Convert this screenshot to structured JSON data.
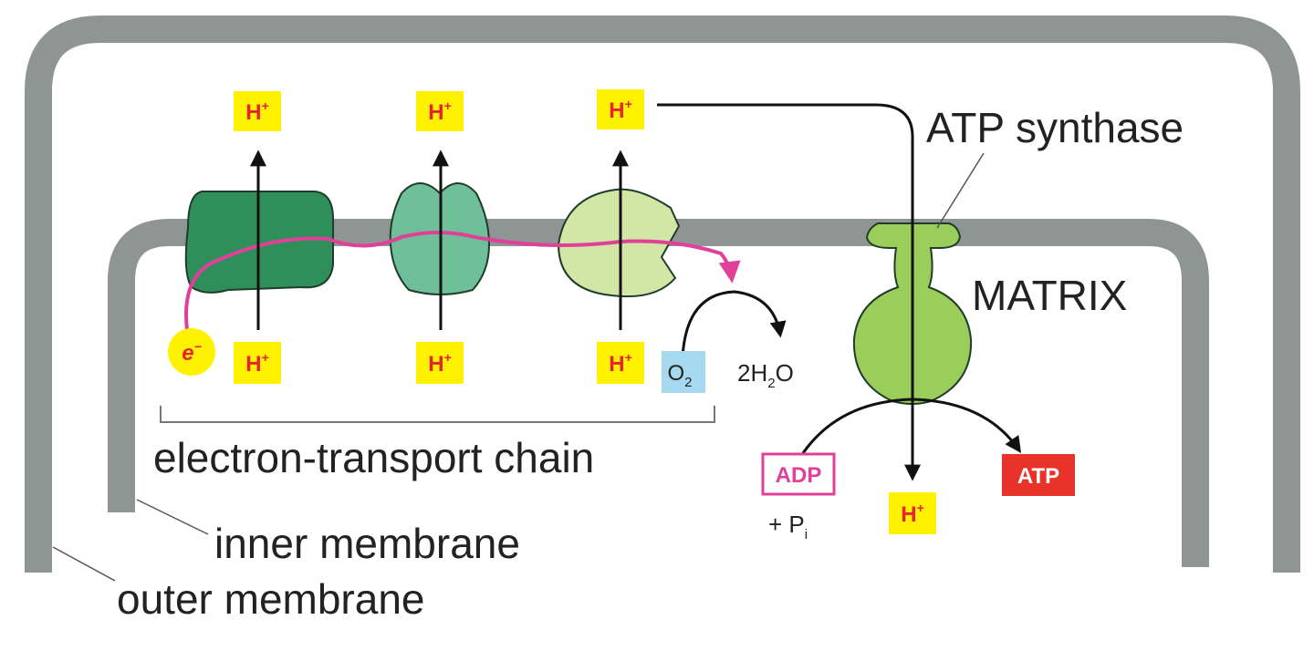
{
  "labels": {
    "atp_synthase": "ATP synthase",
    "matrix": "MATRIX",
    "etc": "electron-transport chain",
    "inner_membrane": "inner membrane",
    "outer_membrane": "outer membrane",
    "water_prefix": "2H",
    "water_sub": "2",
    "water_suffix": "O",
    "pi_prefix": "+ P",
    "pi_sub": "i"
  },
  "badges": {
    "proton_base": "H",
    "proton_sup": "+",
    "electron_base": "e",
    "electron_sup": "−",
    "oxygen_base": "O",
    "oxygen_sub": "2",
    "adp": "ADP",
    "atp": "ATP"
  },
  "colors": {
    "membrane": "#8f9592",
    "complex_1": "#2f8f5a",
    "complex_2": "#6fbf9a",
    "complex_3": "#d2e6a6",
    "atp_synthase": "#9acd5a",
    "proton_box": "#fff200",
    "proton_text": "#e8232f",
    "electron_path": "#e0409a",
    "oxygen_box": "#a6d8f0",
    "adp_border": "#e0409a",
    "atp_box": "#e8332a"
  }
}
